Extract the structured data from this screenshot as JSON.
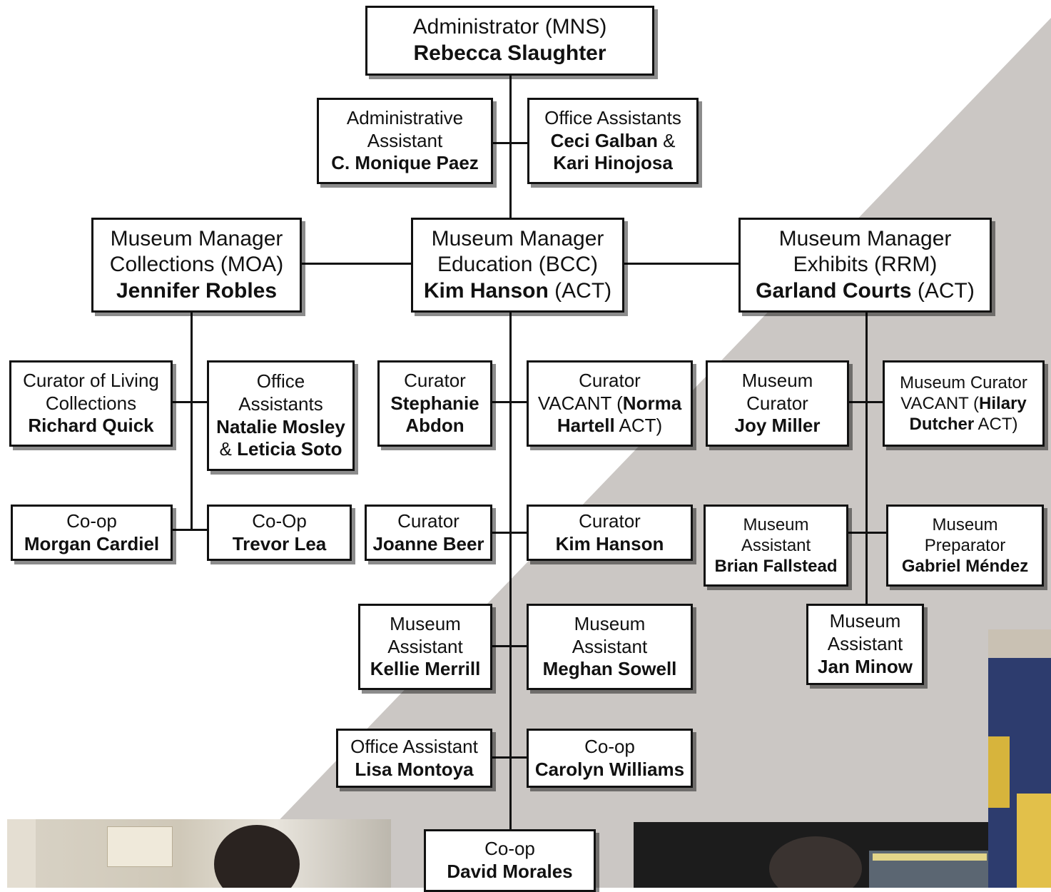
{
  "org_chart": {
    "administrator": {
      "title": "Administrator (MNS)",
      "name": "Rebecca Slaughter"
    },
    "admin_assistant": {
      "title1": "Administrative",
      "title2": "Assistant",
      "name": "C. Monique Paez"
    },
    "office_assistants_top": {
      "title": "Office Assistants",
      "name1": "Ceci Galban",
      "amp": " &",
      "name2": "Kari Hinojosa"
    },
    "manager_collections": {
      "title1": "Museum Manager",
      "title2": "Collections (MOA)",
      "name": "Jennifer Robles"
    },
    "manager_education": {
      "title1": "Museum Manager",
      "title2": "Education (BCC)",
      "name": "Kim Hanson",
      "suffix": " (ACT)"
    },
    "manager_exhibits": {
      "title1": "Museum Manager",
      "title2": "Exhibits (RRM)",
      "name": "Garland Courts",
      "suffix": " (ACT)"
    },
    "curator_living": {
      "title1": "Curator of Living",
      "title2": "Collections",
      "name": "Richard Quick"
    },
    "office_assistants_collections": {
      "title1": "Office",
      "title2": "Assistants",
      "name1": "Natalie Mosley",
      "amp": "& ",
      "name2": "Leticia Soto"
    },
    "coop_morgan": {
      "title": "Co-op",
      "name": "Morgan Cardiel"
    },
    "coop_trevor": {
      "title": "Co-Op",
      "name": "Trevor Lea"
    },
    "curator_stephanie": {
      "title": "Curator",
      "name1": "Stephanie",
      "name2": "Abdon"
    },
    "curator_vacant_norma": {
      "title": "Curator",
      "prefix": "VACANT (",
      "name1": "Norma",
      "name2": "Hartell",
      "suffix": " ACT)"
    },
    "curator_joanne": {
      "title": "Curator",
      "name": "Joanne Beer"
    },
    "curator_kim": {
      "title": "Curator",
      "name": "Kim Hanson"
    },
    "assistant_kellie": {
      "title1": "Museum",
      "title2": "Assistant",
      "name": "Kellie Merrill"
    },
    "assistant_meghan": {
      "title1": "Museum",
      "title2": "Assistant",
      "name": "Meghan Sowell"
    },
    "office_assistant_lisa": {
      "title": "Office Assistant",
      "name": "Lisa Montoya"
    },
    "coop_carolyn": {
      "title": "Co-op",
      "name": "Carolyn Williams"
    },
    "coop_david": {
      "title": "Co-op",
      "name": "David Morales"
    },
    "curator_joy": {
      "title1": "Museum",
      "title2": "Curator",
      "name": "Joy Miller"
    },
    "curator_vacant_hilary": {
      "title": "Museum Curator",
      "prefix": "VACANT (",
      "name1": "Hilary",
      "name2": "Dutcher",
      "suffix": " ACT)"
    },
    "assistant_brian": {
      "title1": "Museum",
      "title2": "Assistant",
      "name": "Brian Fallstead"
    },
    "preparator_gabriel": {
      "title1": "Museum",
      "title2": "Preparator",
      "name": "Gabriel Méndez"
    },
    "assistant_jan": {
      "title1": "Museum",
      "title2": "Assistant",
      "name": "Jan Minow"
    }
  },
  "colors": {
    "background_gray": "#cbc7c4",
    "box_border": "#111111",
    "box_fill": "#ffffff"
  }
}
